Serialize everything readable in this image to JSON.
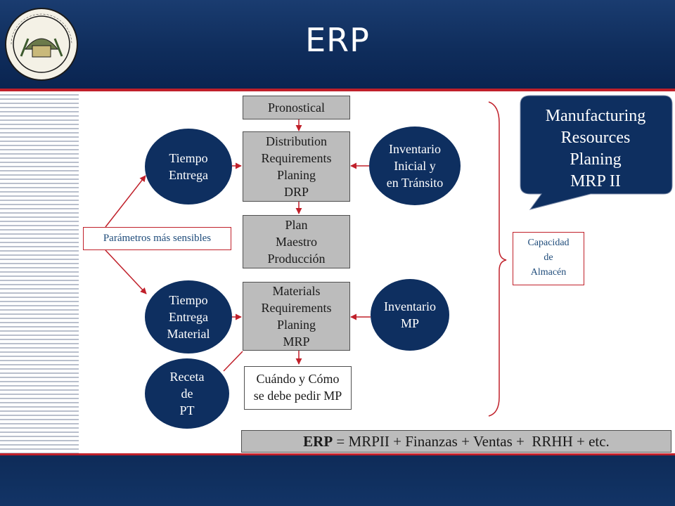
{
  "slide": {
    "title": "ERP",
    "logo_text": "UNIVERSIDAD CENTRAL · CARACAS · VENEZUELA",
    "colors": {
      "navy": "#0e2f60",
      "accent_red": "#c0202a",
      "box_gray": "#bcbcbc",
      "label_blue": "#1e4b7a"
    }
  },
  "diagram": {
    "pronostical": "Pronostical",
    "drp": [
      "Distribution",
      "Requirements",
      "Planing",
      "DRP"
    ],
    "plan": [
      "Plan",
      "Maestro",
      "Producción"
    ],
    "mrp": [
      "Materials",
      "Requirements",
      "Planing",
      "MRP"
    ],
    "cuando": [
      "Cuándo y Cómo",
      "se debe pedir MP"
    ],
    "tiempo_entrega": [
      "Tiempo",
      "Entrega"
    ],
    "tiempo_entrega_material": [
      "Tiempo",
      "Entrega",
      "Material"
    ],
    "receta": [
      "Receta",
      "de",
      "PT"
    ],
    "inventario_inicial": [
      "Inventario",
      "Inicial y",
      "en Tránsito"
    ],
    "inventario_mp": [
      "Inventario",
      "MP"
    ],
    "parametros": "Parámetros más sensibles",
    "capacidad": [
      "Capacidad",
      "de",
      "Almacén"
    ],
    "callout": [
      "Manufacturing",
      "Resources",
      "Planing",
      "MRP II"
    ],
    "equation_bold": "ERP",
    "equation_rest": " = MRPII + Finanzas + Ventas +  RRHH + etc."
  }
}
